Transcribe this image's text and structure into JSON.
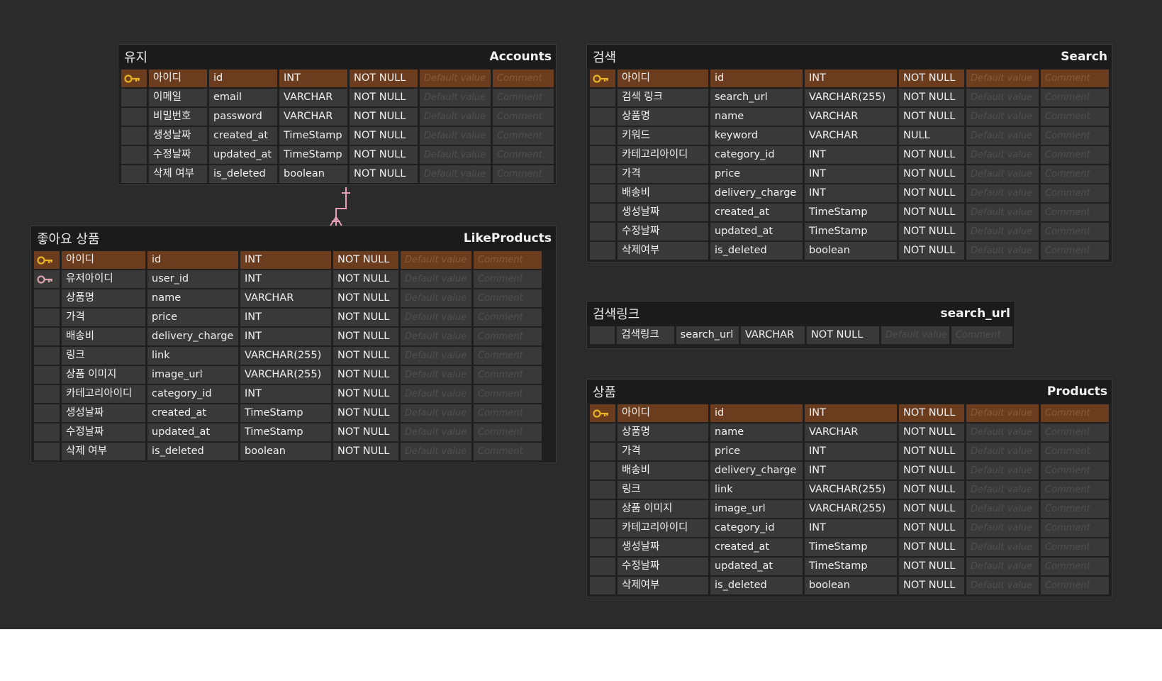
{
  "placeholders": {
    "default": "Default value",
    "comment": "Comment"
  },
  "colors": {
    "canvas": "#2b2b2b",
    "pk_row": "#6b3d1e",
    "pk_key": "#e6b422",
    "fk_key": "#d9a0b0",
    "relation_line": "#e8a0b8"
  },
  "tables": {
    "accounts": {
      "title": "유지",
      "name": "Accounts",
      "rows": [
        {
          "label": "아이디",
          "column": "id",
          "type": "INT",
          "null": "NOT NULL",
          "key": "pk-key-icon"
        },
        {
          "label": "이메일",
          "column": "email",
          "type": "VARCHAR",
          "null": "NOT NULL",
          "key": ""
        },
        {
          "label": "비밀번호",
          "column": "password",
          "type": "VARCHAR",
          "null": "NOT NULL",
          "key": ""
        },
        {
          "label": "생성날짜",
          "column": "created_at",
          "type": "TimeStamp",
          "null": "NOT NULL",
          "key": ""
        },
        {
          "label": "수정날짜",
          "column": "updated_at",
          "type": "TimeStamp",
          "null": "NOT NULL",
          "key": ""
        },
        {
          "label": "삭제 여부",
          "column": "is_deleted",
          "type": "boolean",
          "null": "NOT NULL",
          "key": ""
        }
      ]
    },
    "likeproducts": {
      "title": "좋아요 상품",
      "name": "LikeProducts",
      "rows": [
        {
          "label": "아이디",
          "column": "id",
          "type": "INT",
          "null": "NOT NULL",
          "key": "pk-key-icon"
        },
        {
          "label": "유저아이디",
          "column": "user_id",
          "type": "INT",
          "null": "NOT NULL",
          "key": "fk-key-icon"
        },
        {
          "label": "상품명",
          "column": "name",
          "type": "VARCHAR",
          "null": "NOT NULL",
          "key": ""
        },
        {
          "label": "가격",
          "column": "price",
          "type": "INT",
          "null": "NOT NULL",
          "key": ""
        },
        {
          "label": "배송비",
          "column": "delivery_charge",
          "type": "INT",
          "null": "NOT NULL",
          "key": ""
        },
        {
          "label": "링크",
          "column": "link",
          "type": "VARCHAR(255)",
          "null": "NOT NULL",
          "key": ""
        },
        {
          "label": "상품 이미지",
          "column": "image_url",
          "type": "VARCHAR(255)",
          "null": "NOT NULL",
          "key": ""
        },
        {
          "label": "카테고리아이디",
          "column": "category_id",
          "type": "INT",
          "null": "NOT NULL",
          "key": ""
        },
        {
          "label": "생성날짜",
          "column": "created_at",
          "type": "TimeStamp",
          "null": "NOT NULL",
          "key": ""
        },
        {
          "label": "수정날짜",
          "column": "updated_at",
          "type": "TimeStamp",
          "null": "NOT NULL",
          "key": ""
        },
        {
          "label": "삭제 여부",
          "column": "is_deleted",
          "type": "boolean",
          "null": "NOT NULL",
          "key": ""
        }
      ]
    },
    "search": {
      "title": "검색",
      "name": "Search",
      "rows": [
        {
          "label": "아이디",
          "column": "id",
          "type": "INT",
          "null": "NOT NULL",
          "key": "pk-key-icon"
        },
        {
          "label": "검색 링크",
          "column": "search_url",
          "type": "VARCHAR(255)",
          "null": "NOT NULL",
          "key": ""
        },
        {
          "label": "상품명",
          "column": "name",
          "type": "VARCHAR",
          "null": "NOT NULL",
          "key": ""
        },
        {
          "label": "키워드",
          "column": "keyword",
          "type": "VARCHAR",
          "null": "NULL",
          "key": ""
        },
        {
          "label": "카테고리아이디",
          "column": "category_id",
          "type": "INT",
          "null": "NOT NULL",
          "key": ""
        },
        {
          "label": "가격",
          "column": "price",
          "type": "INT",
          "null": "NOT NULL",
          "key": ""
        },
        {
          "label": "배송비",
          "column": "delivery_charge",
          "type": "INT",
          "null": "NOT NULL",
          "key": ""
        },
        {
          "label": "생성날짜",
          "column": "created_at",
          "type": "TimeStamp",
          "null": "NOT NULL",
          "key": ""
        },
        {
          "label": "수정날짜",
          "column": "updated_at",
          "type": "TimeStamp",
          "null": "NOT NULL",
          "key": ""
        },
        {
          "label": "삭제여부",
          "column": "is_deleted",
          "type": "boolean",
          "null": "NOT NULL",
          "key": ""
        }
      ]
    },
    "search_url": {
      "title": "검색링크",
      "name": "search_url",
      "rows": [
        {
          "label": "검색링크",
          "column": "search_url",
          "type": "VARCHAR",
          "null": "NOT NULL",
          "key": ""
        }
      ]
    },
    "products": {
      "title": "상품",
      "name": "Products",
      "rows": [
        {
          "label": "아이디",
          "column": "id",
          "type": "INT",
          "null": "NOT NULL",
          "key": "pk-key-icon"
        },
        {
          "label": "상품명",
          "column": "name",
          "type": "VARCHAR",
          "null": "NOT NULL",
          "key": ""
        },
        {
          "label": "가격",
          "column": "price",
          "type": "INT",
          "null": "NOT NULL",
          "key": ""
        },
        {
          "label": "배송비",
          "column": "delivery_charge",
          "type": "INT",
          "null": "NOT NULL",
          "key": ""
        },
        {
          "label": "링크",
          "column": "link",
          "type": "VARCHAR(255)",
          "null": "NOT NULL",
          "key": ""
        },
        {
          "label": "상품 이미지",
          "column": "image_url",
          "type": "VARCHAR(255)",
          "null": "NOT NULL",
          "key": ""
        },
        {
          "label": "카테고리아이디",
          "column": "category_id",
          "type": "INT",
          "null": "NOT NULL",
          "key": ""
        },
        {
          "label": "생성날짜",
          "column": "created_at",
          "type": "TimeStamp",
          "null": "NOT NULL",
          "key": ""
        },
        {
          "label": "수정날짜",
          "column": "updated_at",
          "type": "TimeStamp",
          "null": "NOT NULL",
          "key": ""
        },
        {
          "label": "삭제여부",
          "column": "is_deleted",
          "type": "boolean",
          "null": "NOT NULL",
          "key": ""
        }
      ]
    }
  }
}
